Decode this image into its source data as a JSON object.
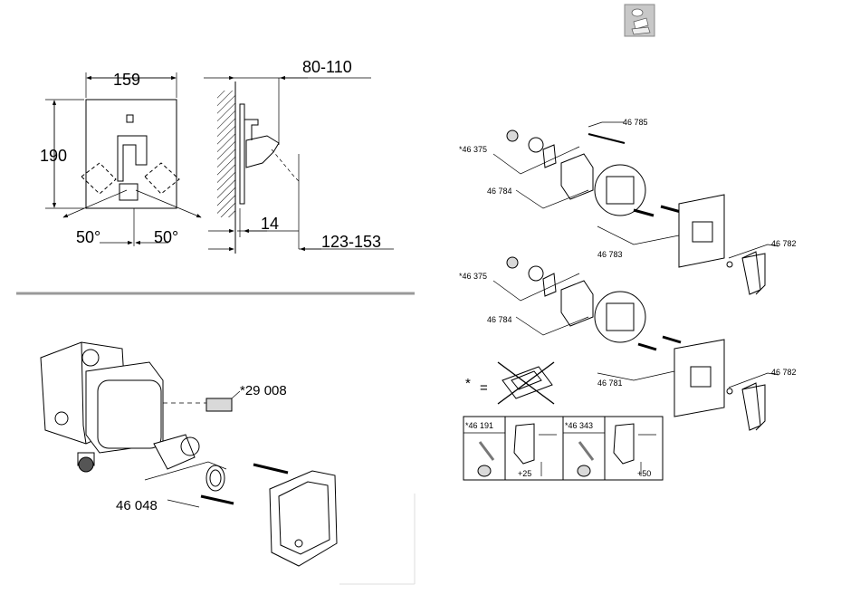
{
  "dimensions": {
    "width": "159",
    "height": "190",
    "depth_range": "80-110",
    "projection_range": "123-153",
    "wall_offset": "14",
    "angle_left": "50°",
    "angle_right": "50°"
  },
  "rough_in": {
    "cartridge_kit": "46 048",
    "extension_ref": "*29 008"
  },
  "exploded_views": {
    "upper": {
      "cap": "*46 375",
      "diverter": "46 785",
      "sleeve": "46 784",
      "trim_set": "46 783",
      "handle": "46 782"
    },
    "lower": {
      "cap": "*46 375",
      "sleeve": "46 784",
      "trim_set": "46 781",
      "handle": "46 782"
    }
  },
  "footnote": {
    "marker": "*",
    "equals": "="
  },
  "extension_table": [
    {
      "ref": "*46 191",
      "size": "+25"
    },
    {
      "ref": "*46 343",
      "size": "+50"
    }
  ]
}
